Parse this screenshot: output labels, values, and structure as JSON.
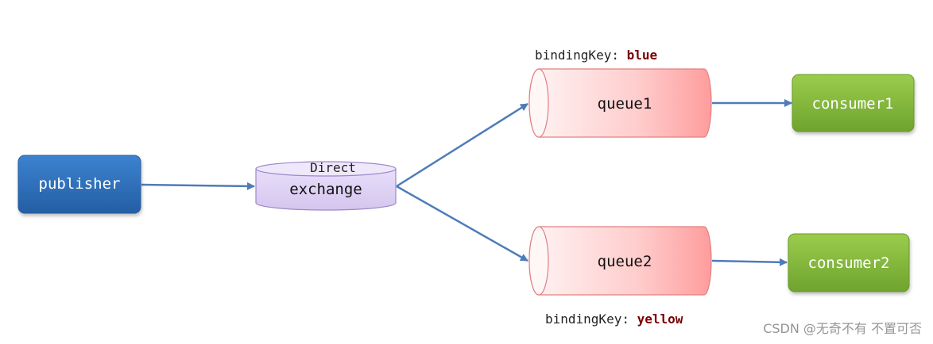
{
  "nodes": {
    "publisher": {
      "label": "publisher"
    },
    "exchange": {
      "type_label": "Direct",
      "label": "exchange"
    },
    "queue1": {
      "label": "queue1"
    },
    "queue2": {
      "label": "queue2"
    },
    "consumer1": {
      "label": "consumer1"
    },
    "consumer2": {
      "label": "consumer2"
    }
  },
  "bindings": {
    "queue1": {
      "prefix": "bindingKey: ",
      "key": "blue"
    },
    "queue2": {
      "prefix": "bindingKey: ",
      "key": "yellow"
    }
  },
  "watermark": "CSDN @无奇不有 不置可否",
  "colors": {
    "publisher": "#2e6db6",
    "exchange": "#dcd0f0",
    "queue_gradient_start": "#fff2f2",
    "queue_gradient_end": "#ff9f9f",
    "consumer": "#7fb43a",
    "arrow": "#4f7cb8",
    "binding_key": "#7a0000"
  }
}
